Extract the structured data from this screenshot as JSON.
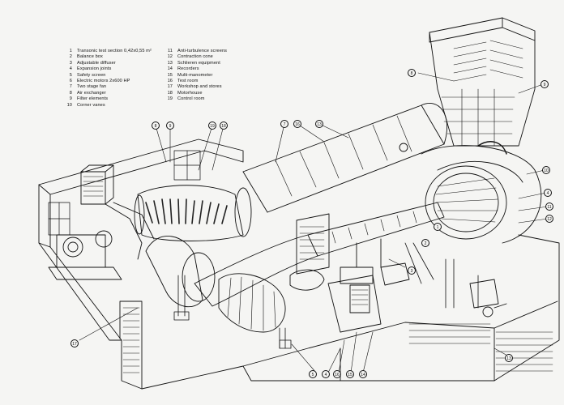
{
  "legend": {
    "left": [
      {
        "num": "1",
        "text": "Transonic test section 0,42x0,55 m²"
      },
      {
        "num": "2",
        "text": "Balance box"
      },
      {
        "num": "3",
        "text": "Adjustable diffuser"
      },
      {
        "num": "4",
        "text": "Expansion joints"
      },
      {
        "num": "5",
        "text": "Safety screen"
      },
      {
        "num": "6",
        "text": "Electric motors   2x600 HP"
      },
      {
        "num": "7",
        "text": "Two stage fan"
      },
      {
        "num": "8",
        "text": "Air exchanger"
      },
      {
        "num": "9",
        "text": "Filter elements"
      },
      {
        "num": "10",
        "text": "Corner vanes"
      }
    ],
    "right": [
      {
        "num": "11",
        "text": "Anti-turbulence screens"
      },
      {
        "num": "12",
        "text": "Contraction cone"
      },
      {
        "num": "13",
        "text": "Schlieren equipment"
      },
      {
        "num": "14",
        "text": "Recorders"
      },
      {
        "num": "15",
        "text": "Multi-manometer"
      },
      {
        "num": "16",
        "text": "Test room"
      },
      {
        "num": "17",
        "text": "Workshop and stores"
      },
      {
        "num": "18",
        "text": "Motorhouse"
      },
      {
        "num": "19",
        "text": "Control room"
      }
    ]
  },
  "callouts": [
    {
      "id": "cal-8a",
      "label": "8"
    },
    {
      "id": "cal-9a",
      "label": "9"
    },
    {
      "id": "cal-8b",
      "label": "8"
    },
    {
      "id": "cal-19",
      "label": "19"
    },
    {
      "id": "cal-18",
      "label": "18"
    },
    {
      "id": "cal-7",
      "label": "7"
    },
    {
      "id": "cal-16a",
      "label": "16"
    },
    {
      "id": "cal-13",
      "label": "13"
    },
    {
      "id": "cal-9b",
      "label": "9"
    },
    {
      "id": "cal-10",
      "label": "10"
    },
    {
      "id": "cal-4a",
      "label": "4"
    },
    {
      "id": "cal-11",
      "label": "11"
    },
    {
      "id": "cal-12",
      "label": "12"
    },
    {
      "id": "cal-3",
      "label": "3"
    },
    {
      "id": "cal-2",
      "label": "2"
    },
    {
      "id": "cal-1",
      "label": "1"
    },
    {
      "id": "cal-17",
      "label": "17"
    },
    {
      "id": "cal-5",
      "label": "5"
    },
    {
      "id": "cal-4b",
      "label": "4"
    },
    {
      "id": "cal-16b",
      "label": "16"
    },
    {
      "id": "cal-15",
      "label": "15"
    },
    {
      "id": "cal-14",
      "label": "14"
    },
    {
      "id": "cal-13b",
      "label": "13"
    }
  ],
  "colors": {
    "ink": "#111111",
    "paper": "#f5f5f3",
    "shade": "#3a3a3a"
  }
}
